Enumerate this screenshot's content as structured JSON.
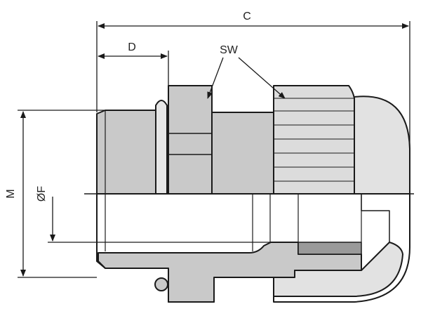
{
  "labels": {
    "c": "C",
    "d": "D",
    "sw": "SW",
    "m": "M",
    "f": "ØF"
  },
  "colors": {
    "outline": "#1a1a1a",
    "body_fill": "#c9c9c9",
    "light_fill": "#e2e2e2",
    "dark_fill": "#9a9a9a",
    "background": "#ffffff"
  }
}
